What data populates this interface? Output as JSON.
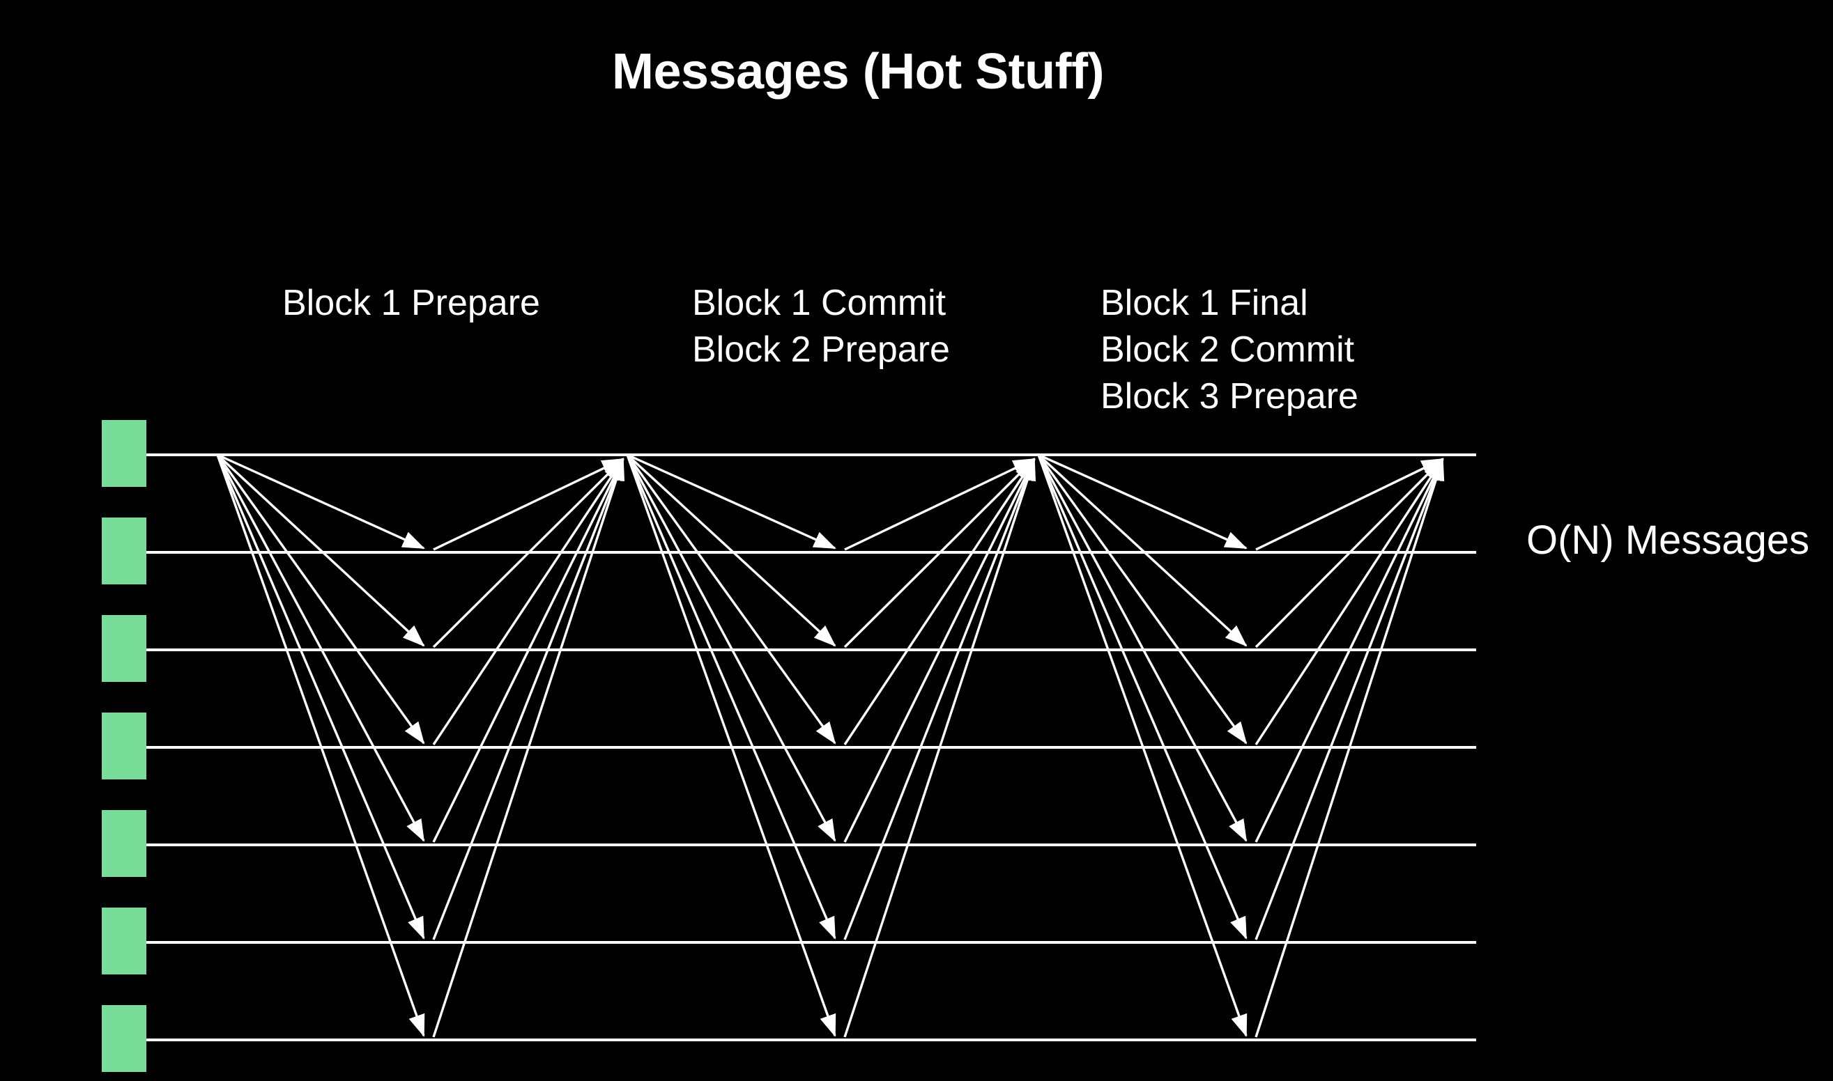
{
  "title": "Messages (Hot Stuff)",
  "phases": [
    {
      "lines": [
        "Block 1 Prepare"
      ]
    },
    {
      "lines": [
        "Block 1 Commit",
        "Block 2 Prepare"
      ]
    },
    {
      "lines": [
        "Block 1 Final",
        "Block 2 Commit",
        "Block 3 Prepare"
      ]
    }
  ],
  "complexity_label": "O(N) Messages",
  "node_count": 7,
  "round_count": 3,
  "colors": {
    "background": "#000000",
    "node": "#77dd99",
    "line": "#ffffff",
    "text": "#ffffff"
  }
}
